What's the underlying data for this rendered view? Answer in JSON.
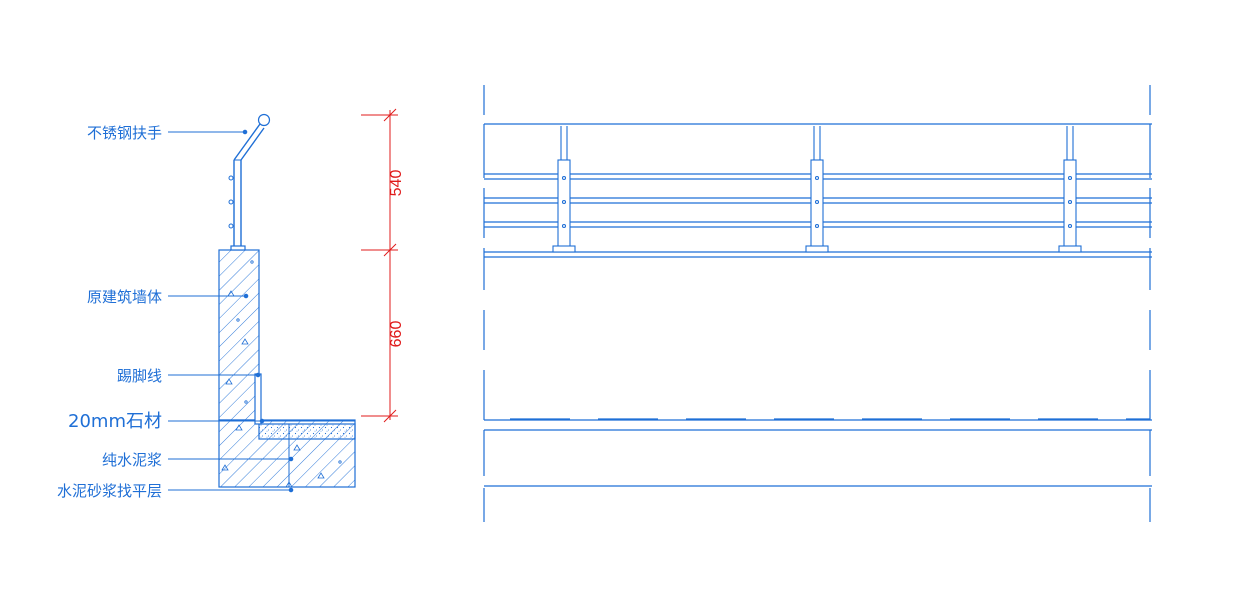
{
  "labels": {
    "handrail": "不锈钢扶手",
    "wall": "原建筑墙体",
    "skirting": "踢脚线",
    "stone": "20mm石材",
    "cement_paste": "纯水泥浆",
    "mortar": "水泥砂浆找平层"
  },
  "dimensions": {
    "upper": "540",
    "lower": "660"
  },
  "colors": {
    "lines": "#1f6fd6",
    "dimensions": "#e01b1b"
  }
}
